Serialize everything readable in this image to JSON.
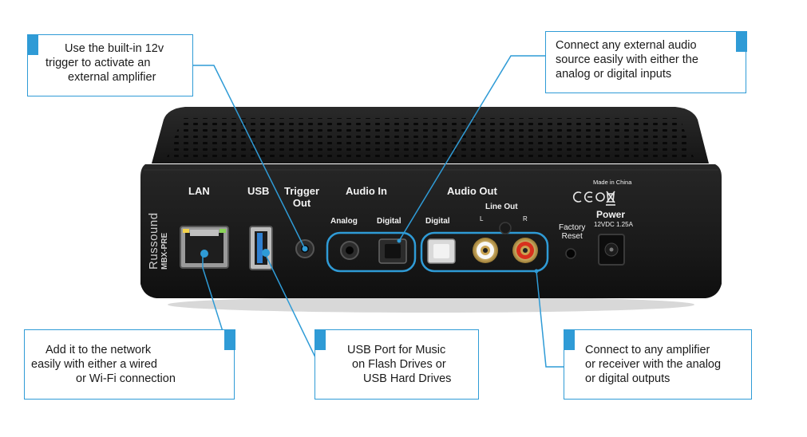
{
  "callouts": {
    "trigger": {
      "lines": [
        "Use the built-in 12v",
        "trigger to activate an",
        "external amplifier"
      ]
    },
    "audio_in": {
      "lines": [
        "Connect any external audio",
        "source easily with either the",
        "analog or digital inputs"
      ]
    },
    "network": {
      "lines": [
        "Add it to the network",
        "easily with either a wired",
        "or Wi-Fi connection"
      ]
    },
    "usb": {
      "lines": [
        "USB Port for Music",
        "on Flash Drives or",
        "USB Hard Drives"
      ]
    },
    "audio_out": {
      "lines": [
        "Connect to any amplifier",
        "or receiver with the analog",
        "or digital outputs"
      ]
    }
  },
  "device": {
    "brand": "Russound",
    "model": "MBX-PRE",
    "labels": {
      "lan": "LAN",
      "usb": "USB",
      "trigger_1": "Trigger",
      "trigger_2": "Out",
      "audio_in": "Audio In",
      "audio_out": "Audio Out",
      "analog": "Analog",
      "digital_in": "Digital",
      "digital_out": "Digital",
      "line_out": "Line Out",
      "left": "L",
      "right": "R",
      "factory_1": "Factory",
      "factory_2": "Reset",
      "made_in": "Made in China",
      "power": "Power",
      "power_spec": "12VDC 1.25A"
    }
  },
  "colors": {
    "accent": "#2f9bd6",
    "body": "#1b1b1b",
    "label": "#f2f2f2",
    "rca_red": "#d8301d"
  }
}
